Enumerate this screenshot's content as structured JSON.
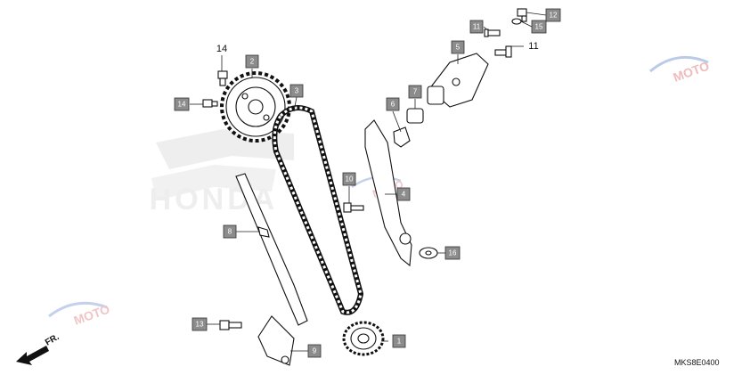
{
  "diagram": {
    "boxed_callouts": [
      "1",
      "2",
      "3",
      "4",
      "5",
      "6",
      "7",
      "8",
      "9",
      "10",
      "11",
      "12",
      "13",
      "14",
      "15",
      "16"
    ],
    "plain_labels": [
      "14",
      "11"
    ],
    "direction_label": "FR.",
    "drawing_code": "MKS8E0400",
    "watermark": {
      "brand_text": "HONDA",
      "site_text": "MOTO"
    },
    "colors": {
      "callout_fill": "#8c8c8c",
      "line": "#111111",
      "watermark_red": "#e8a0a0",
      "watermark_blue": "#a0b4e0"
    }
  }
}
